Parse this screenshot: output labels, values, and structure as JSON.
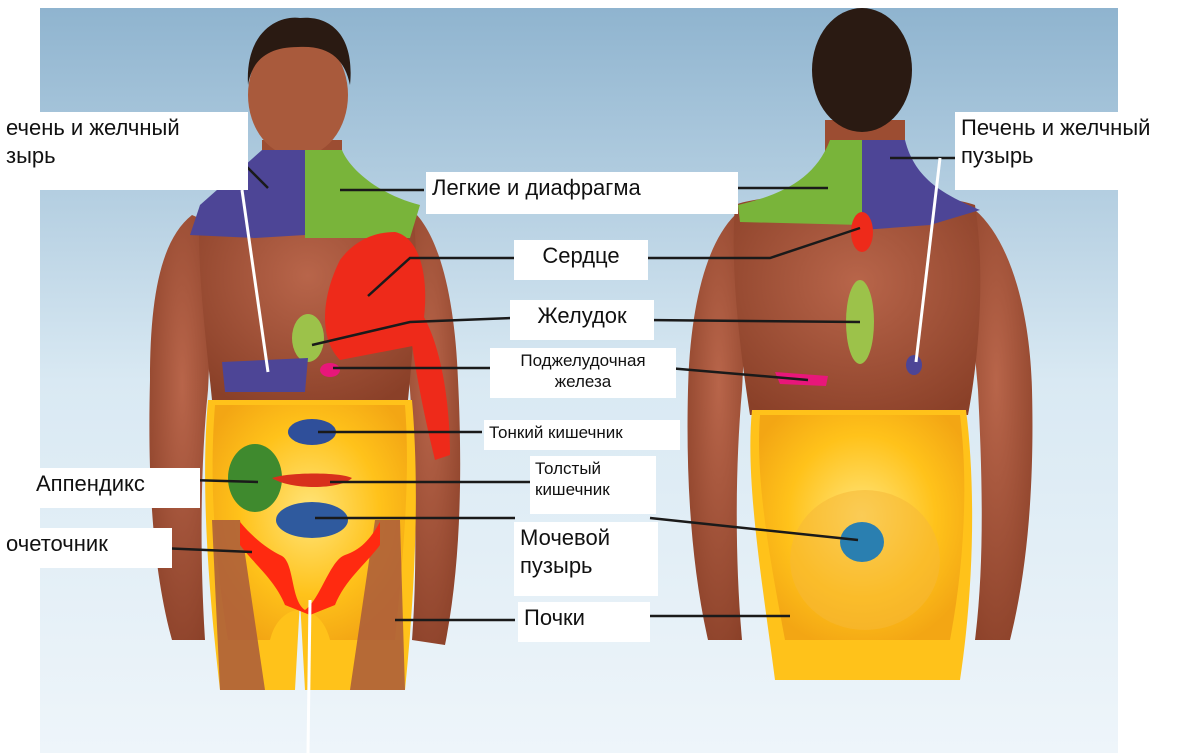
{
  "colors": {
    "background_sky": "#cfe3f0",
    "skin": "#a9563a",
    "liver_gallbladder": "#4d4596",
    "lungs_diaphragm": "#79b43a",
    "heart": "#ee2a1a",
    "stomach": "#9cc24a",
    "pancreas": "#e8177a",
    "small_intestine": "#2f4f9a",
    "appendix": "#3f8a2e",
    "large_intestine": "#d8301c",
    "bladder": "#2f5a9e",
    "bladder_back": "#2a7fb0",
    "ureter": "#ff2a10",
    "kidneys": "#ffc21a"
  },
  "labels": {
    "liver_left": "ечень и желчный\nзырь",
    "liver_right": "Печень и желчный\nпузырь",
    "lungs": "Легкие и диафрагма",
    "heart": "Сердце",
    "stomach": "Желудок",
    "pancreas": "Поджелудочная\nжелеза",
    "small_intestine": "Тонкий кишечник",
    "appendix": "Аппендикс",
    "large_intestine": "Толстый\nкишечник",
    "ureter": "очеточник",
    "bladder": "Мочевой\nпузырь",
    "kidneys": "Почки"
  },
  "icons": {
    "front_figure": "human-front-figure",
    "back_figure": "human-back-figure"
  }
}
